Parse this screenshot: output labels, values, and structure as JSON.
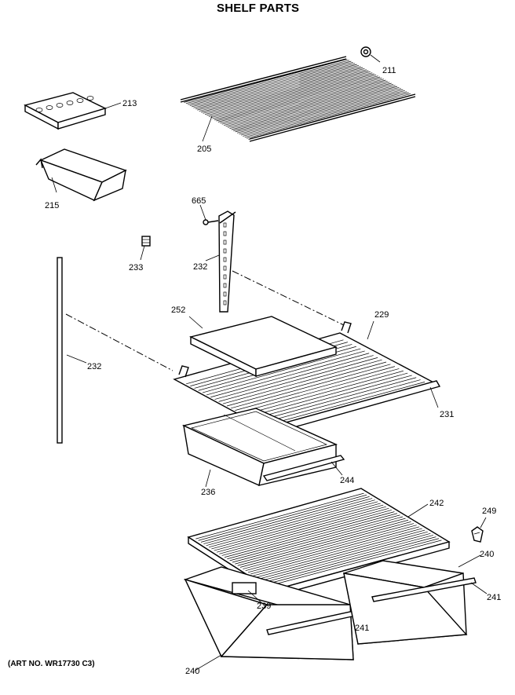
{
  "header": {
    "title": "SHELF PARTS"
  },
  "footer": {
    "art_number": "(ART NO. WR17730 C3)"
  },
  "diagram": {
    "callouts": [
      {
        "id": "c211",
        "label": "211"
      },
      {
        "id": "c213",
        "label": "213"
      },
      {
        "id": "c205",
        "label": "205"
      },
      {
        "id": "c215",
        "label": "215"
      },
      {
        "id": "c665",
        "label": "665"
      },
      {
        "id": "c233",
        "label": "233"
      },
      {
        "id": "c232a",
        "label": "232"
      },
      {
        "id": "c232b",
        "label": "232"
      },
      {
        "id": "c252",
        "label": "252"
      },
      {
        "id": "c229",
        "label": "229"
      },
      {
        "id": "c231",
        "label": "231"
      },
      {
        "id": "c236",
        "label": "236"
      },
      {
        "id": "c244",
        "label": "244"
      },
      {
        "id": "c242",
        "label": "242"
      },
      {
        "id": "c249",
        "label": "249"
      },
      {
        "id": "c240a",
        "label": "240"
      },
      {
        "id": "c241a",
        "label": "241"
      },
      {
        "id": "c239",
        "label": "239"
      },
      {
        "id": "c241b",
        "label": "241"
      },
      {
        "id": "c240b",
        "label": "240"
      }
    ]
  }
}
